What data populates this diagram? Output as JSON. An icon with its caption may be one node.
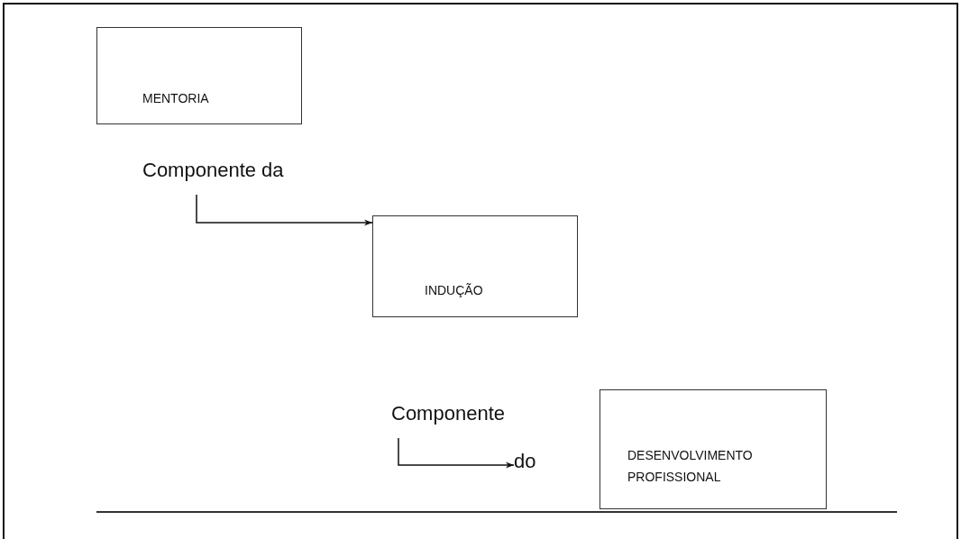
{
  "diagram": {
    "nodes": [
      {
        "text": [
          "MENTORIA"
        ]
      },
      {
        "text": [
          "Componente da"
        ]
      },
      {
        "text": [
          "INDUÇÃO"
        ]
      },
      {
        "text": [
          "Componente"
        ]
      },
      {
        "text": [
          "do"
        ]
      },
      {
        "text": [
          "DESENVOLVIMENTO PROFISSIONAL"
        ]
      }
    ],
    "edges": [
      {
        "from": 1,
        "to": 2,
        "arrow": "to"
      },
      {
        "from": 3,
        "to": 4,
        "arrow": "to"
      }
    ]
  }
}
